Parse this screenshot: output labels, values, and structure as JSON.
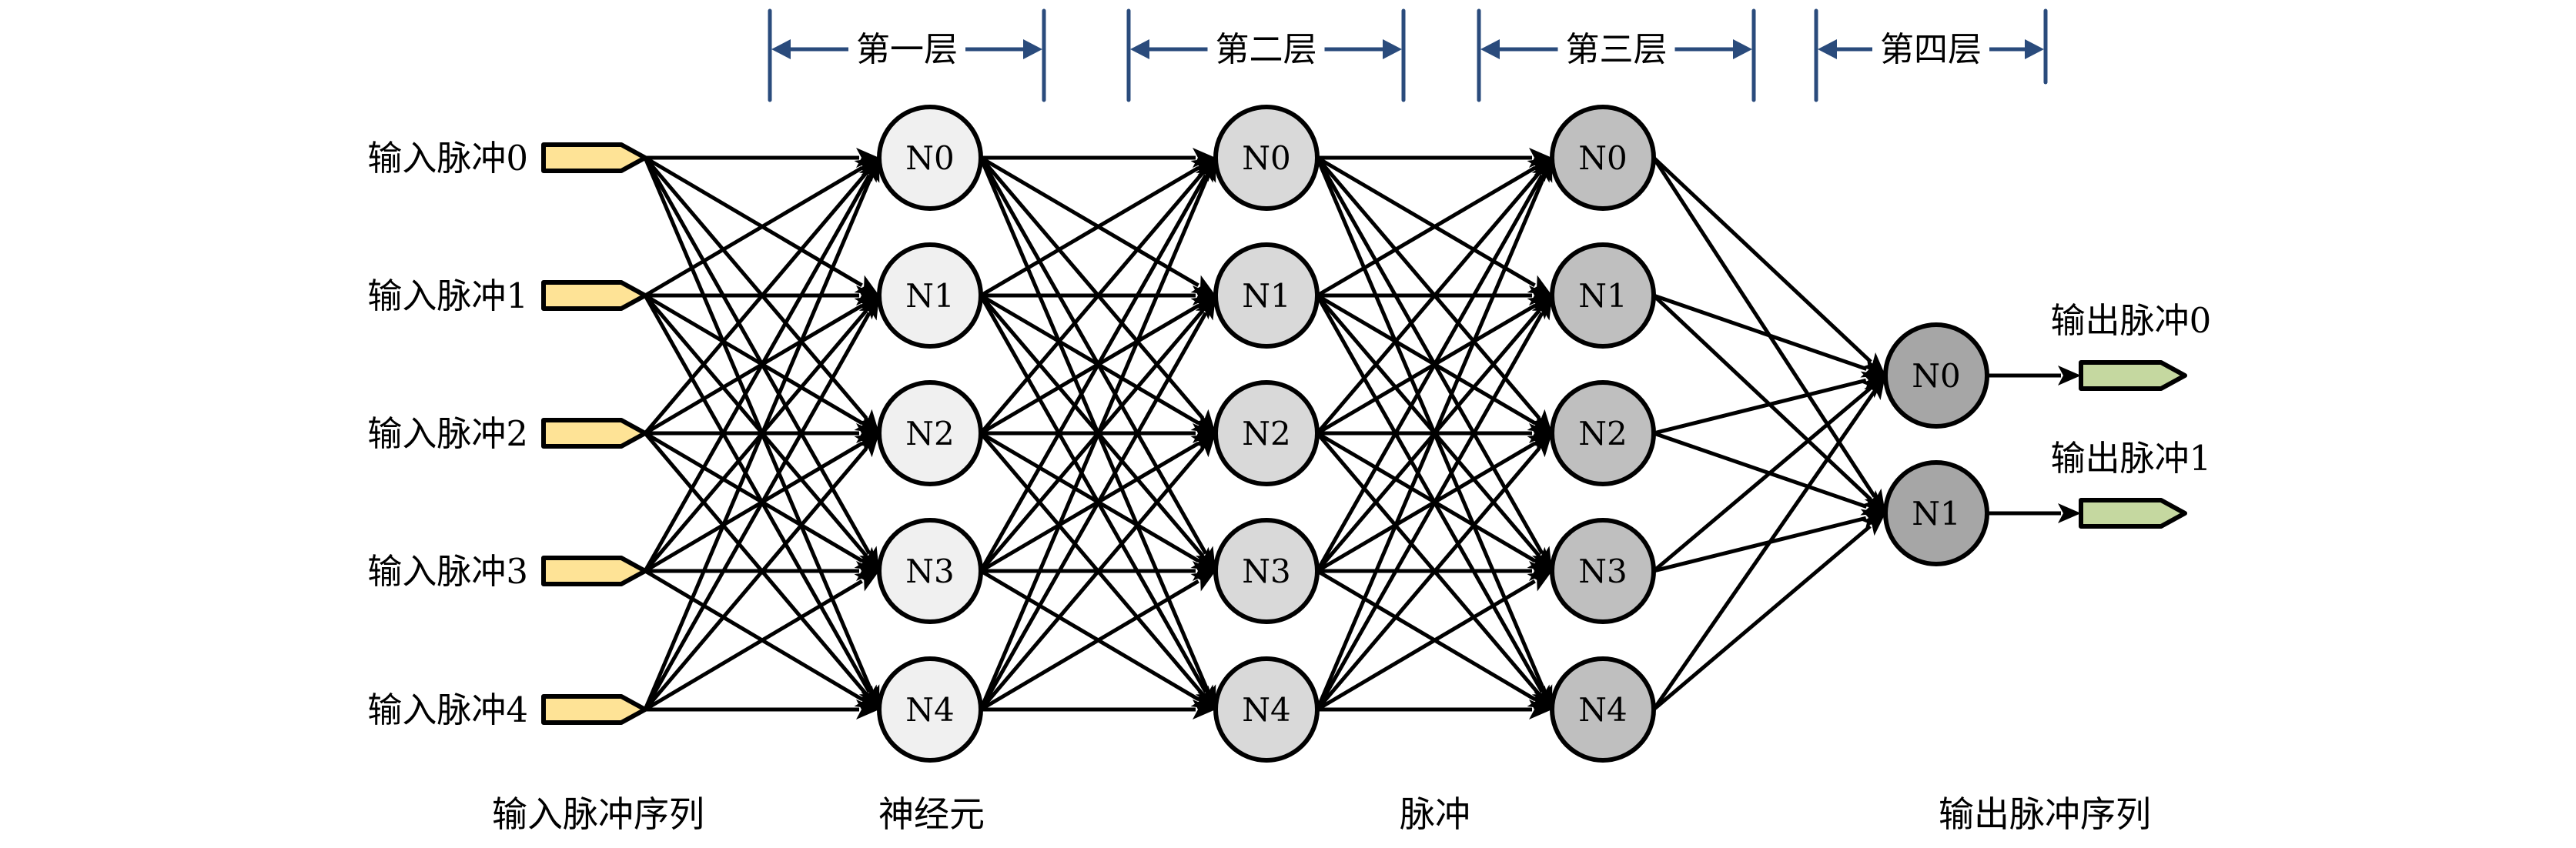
{
  "layers_header": [
    {
      "label": "第一层"
    },
    {
      "label": "第二层"
    },
    {
      "label": "第三层"
    },
    {
      "label": "第四层"
    }
  ],
  "inputs": [
    {
      "label": "输入脉冲0"
    },
    {
      "label": "输入脉冲1"
    },
    {
      "label": "输入脉冲2"
    },
    {
      "label": "输入脉冲3"
    },
    {
      "label": "输入脉冲4"
    }
  ],
  "layers": [
    {
      "neurons": [
        "N0",
        "N1",
        "N2",
        "N3",
        "N4"
      ],
      "fill": "#f0f0f0"
    },
    {
      "neurons": [
        "N0",
        "N1",
        "N2",
        "N3",
        "N4"
      ],
      "fill": "#d9d9d9"
    },
    {
      "neurons": [
        "N0",
        "N1",
        "N2",
        "N3",
        "N4"
      ],
      "fill": "#bfbfbf"
    },
    {
      "neurons": [
        "N0",
        "N1"
      ],
      "fill": "#a6a6a6"
    }
  ],
  "outputs": [
    {
      "label": "输出脉冲0"
    },
    {
      "label": "输出脉冲1"
    }
  ],
  "connectivity": "fully-connected",
  "bottom_labels": {
    "input_sequence": "输入脉冲序列",
    "neuron": "神经元",
    "pulse": "脉冲",
    "output_sequence": "输出脉冲序列"
  },
  "colors": {
    "bracket": "#2a4b7c",
    "input_pulse": "#fee396",
    "output_pulse": "#c5d8a0",
    "edge": "#000000"
  }
}
